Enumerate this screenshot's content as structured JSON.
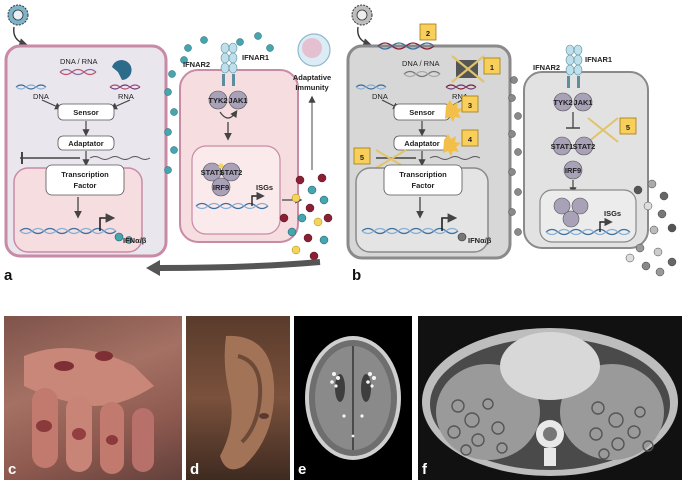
{
  "panel_a": {
    "letter": "a",
    "dna_rna": "DNA / RNA",
    "dna": "DNA",
    "rna": "RNA",
    "sensor": "Sensor",
    "adaptator": "Adaptator",
    "tf_line1": "Transcription",
    "tf_line2": "Factor",
    "ifn": "IFNα/β",
    "ifnar2": "IFNAR2",
    "ifnar1": "IFNAR1",
    "tyk2": "TYK2",
    "jak1": "JAK1",
    "stat1": "STAT1",
    "stat2": "STAT2",
    "irf9": "IRF9",
    "isgs": "ISGs",
    "adaptative_1": "Adaptative",
    "adaptative_2": "Immunity"
  },
  "panel_b": {
    "letter": "b",
    "dna_rna": "DNA / RNA",
    "dna": "DNA",
    "rna": "RNA",
    "sensor": "Sensor",
    "adaptator": "Adaptator",
    "tf_line1": "Transcription",
    "tf_line2": "Factor",
    "ifn": "IFNα/β",
    "ifnar2": "IFNAR2",
    "ifnar1": "IFNAR1",
    "tyk2": "TYK2",
    "jak1": "JAK1",
    "stat1": "STAT1",
    "stat2": "STAT2",
    "irf9": "IRF9",
    "isgs": "ISGs",
    "badges": [
      "1",
      "2",
      "3",
      "4",
      "5",
      "5"
    ]
  },
  "photos": {
    "c": "c",
    "d": "d",
    "e": "e",
    "f": "f"
  },
  "colors": {
    "cell_a": "#e9e6ee",
    "cell_a_border": "#c98aa6",
    "nucleus_a": "#f6dde0",
    "cell_b": "#d7d7d7",
    "cell_b_border": "#8a8a8a",
    "badge": "#f7cf5a",
    "arrow_gray": "#555555"
  }
}
